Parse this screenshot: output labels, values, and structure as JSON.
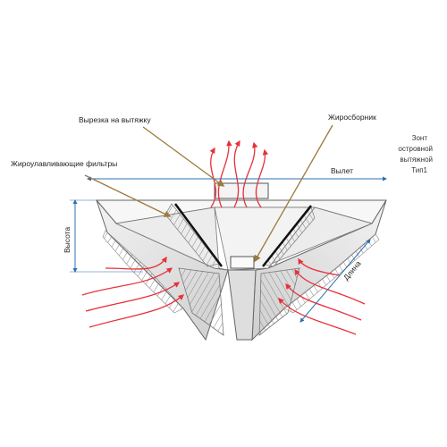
{
  "labels": {
    "cutout": "Вырезка на вытяжку",
    "grease_collector": "Жиросборник",
    "filters": "Жироулавливающие фильтры",
    "overhang": "Вылет",
    "height": "Высота",
    "length": "Длина"
  },
  "title_lines": [
    "Зонт",
    "островной",
    "вытяжной",
    "Тип1"
  ],
  "colors": {
    "airflow": "#e8303a",
    "dimension": "#2d6fb0",
    "pointer": "#9c7a3c",
    "outline": "#555555"
  }
}
